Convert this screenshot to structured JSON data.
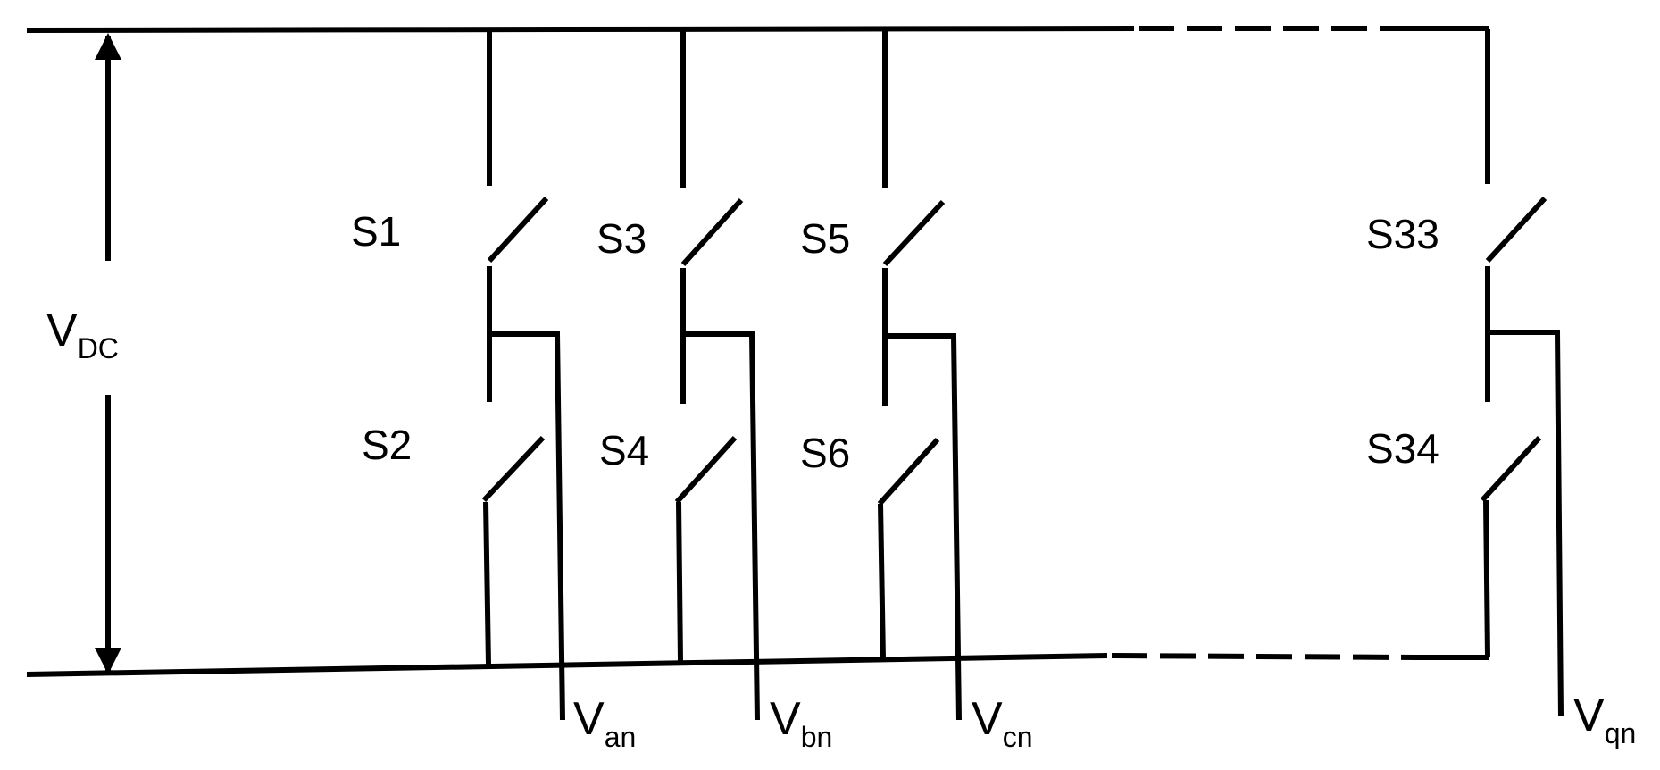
{
  "dc_source": {
    "label": "V",
    "subscript": "DC"
  },
  "legs": [
    {
      "upper_switch": "S1",
      "lower_switch": "S2",
      "output_label": "V",
      "output_subscript": "an"
    },
    {
      "upper_switch": "S3",
      "lower_switch": "S4",
      "output_label": "V",
      "output_subscript": "bn"
    },
    {
      "upper_switch": "S5",
      "lower_switch": "S6",
      "output_label": "V",
      "output_subscript": "cn"
    },
    {
      "upper_switch": "S33",
      "lower_switch": "S34",
      "output_label": "V",
      "output_subscript": "qn"
    }
  ]
}
